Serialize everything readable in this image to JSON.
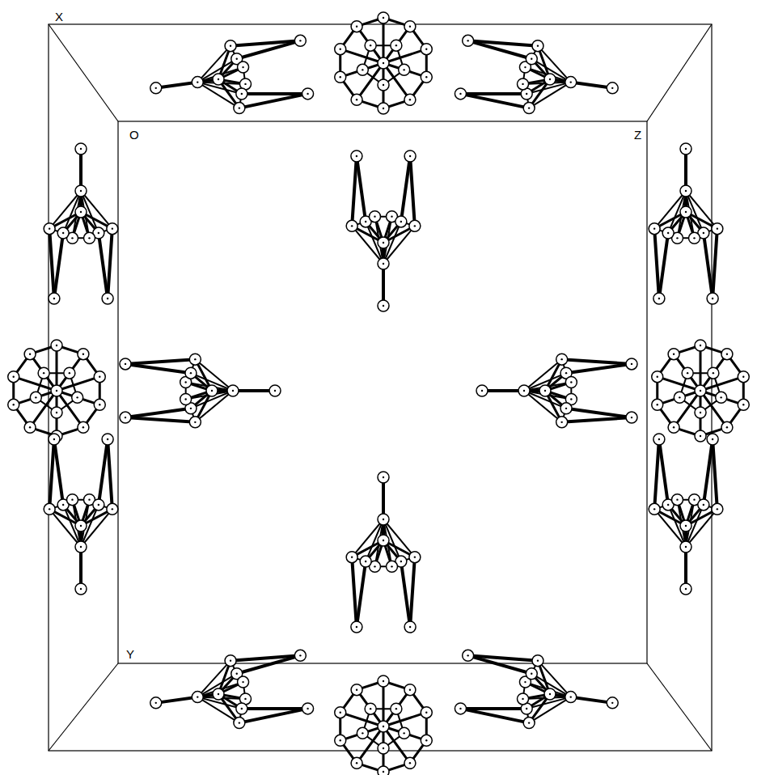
{
  "diagram": {
    "labels": [
      "X",
      "O",
      "Z",
      "Y"
    ]
  }
}
